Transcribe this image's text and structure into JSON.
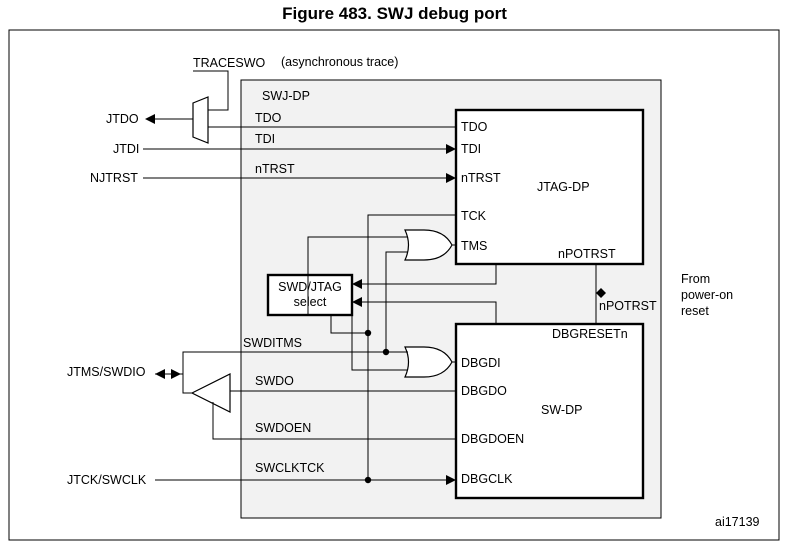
{
  "figure": {
    "title": "Figure 483. SWJ debug port",
    "code": "ai17139"
  },
  "regions": {
    "swj_dp": "SWJ-DP"
  },
  "blocks": {
    "jtag_dp": {
      "label": "JTAG-DP",
      "pins": {
        "tdo": "TDO",
        "tdi": "TDI",
        "ntrst": "nTRST",
        "tck": "TCK",
        "tms": "TMS",
        "npotrst": "nPOTRST"
      }
    },
    "sw_dp": {
      "label": "SW-DP",
      "pins": {
        "dbgreset": "DBGRESETn",
        "dbgdi": "DBGDI",
        "dbgdo": "DBGDO",
        "dbgdoen": "DBGDOEN",
        "dbgclk": "DBGCLK"
      }
    },
    "select": {
      "line1": "SWD/JTAG",
      "line2": "select"
    }
  },
  "external": {
    "traceswo": "TRACESWO",
    "traceswo_note": "(asynchronous trace)",
    "jtdo": "JTDO",
    "jtdi": "JTDI",
    "njtrst": "NJTRST",
    "jtms_swdio": "JTMS/SWDIO",
    "jtck_swclk": "JTCK/SWCLK",
    "por_line1": "From",
    "por_line2": "power-on",
    "por_line3": "reset",
    "npotrst": "nPOTRST"
  },
  "signals": {
    "tdo": "TDO",
    "tdi": "TDI",
    "ntrst": "nTRST",
    "swditms": "SWDITMS",
    "swdo": "SWDO",
    "swdoen": "SWDOEN",
    "swclktck": "SWCLKTCK"
  }
}
